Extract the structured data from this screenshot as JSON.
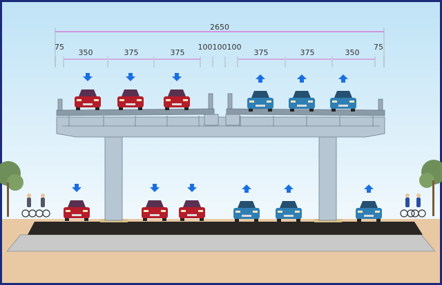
{
  "dimensions": {
    "total": "2650",
    "segments": [
      "75",
      "350",
      "375",
      "375",
      "100100100",
      "375",
      "375",
      "350",
      "75"
    ]
  },
  "colors": {
    "dim_line": "#e040c0",
    "arrow": "#1a6fe0",
    "red_car": "#b51d2a",
    "blue_car": "#2f7fb5",
    "structure": "#b6c6d2",
    "road": "#2a2624",
    "ground": "#e9c9a4"
  },
  "upper_deck": {
    "left_cars": [
      "down",
      "down",
      "down"
    ],
    "right_cars": [
      "up",
      "up",
      "up"
    ]
  },
  "ground_level": {
    "left_cars": [
      "down",
      "down",
      "down"
    ],
    "right_cars": [
      "up",
      "up",
      "up"
    ]
  }
}
